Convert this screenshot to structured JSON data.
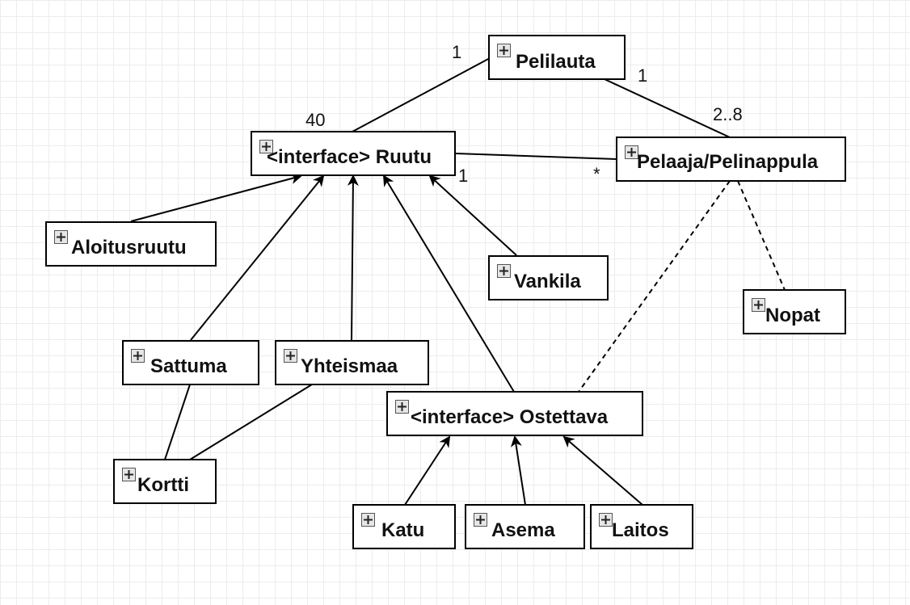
{
  "diagram": {
    "nodes": {
      "pelilauta": {
        "label": "Pelilauta",
        "icon": "expand-icon"
      },
      "ruutu": {
        "label": "<interface> Ruutu",
        "icon": "expand-icon"
      },
      "pelaaja": {
        "label": "Pelaaja/Pelinappula",
        "icon": "expand-icon"
      },
      "aloitusruutu": {
        "label": "Aloitusruutu",
        "icon": "expand-icon"
      },
      "vankila": {
        "label": "Vankila",
        "icon": "expand-icon"
      },
      "nopat": {
        "label": "Nopat",
        "icon": "expand-icon"
      },
      "sattuma": {
        "label": "Sattuma",
        "icon": "expand-icon"
      },
      "yhteismaa": {
        "label": "Yhteismaa",
        "icon": "expand-icon"
      },
      "ostettava": {
        "label": "<interface> Ostettava",
        "icon": "expand-icon"
      },
      "kortti": {
        "label": "Kortti",
        "icon": "expand-icon"
      },
      "katu": {
        "label": "Katu",
        "icon": "expand-icon"
      },
      "asema": {
        "label": "Asema",
        "icon": "expand-icon"
      },
      "laitos": {
        "label": "Laitos",
        "icon": "expand-icon"
      }
    },
    "multiplicities": {
      "pelilauta_ruutu_near_pelilauta": "1",
      "pelilauta_ruutu_near_ruutu": "40",
      "pelilauta_pelaaja_near_pelilauta": "1",
      "pelilauta_pelaaja_near_pelaaja": "2..8",
      "ruutu_pelaaja_near_ruutu": "1",
      "ruutu_pelaaja_near_pelaaja": "*"
    },
    "colors": {
      "line": "#000000",
      "node_border": "#000000",
      "node_fill": "#ffffff",
      "grid": "#ececec",
      "icon_fill": "#e6e6e6"
    }
  }
}
